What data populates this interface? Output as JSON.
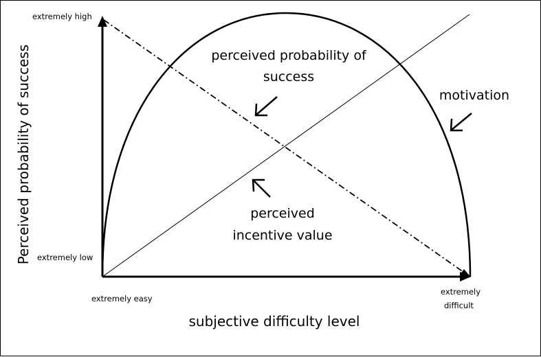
{
  "y_axis": {
    "title": "Perceived probability of success",
    "top_label": "extremely high",
    "bottom_label": "extremely low"
  },
  "x_axis": {
    "title": "subjective difficulty level",
    "left_label": "extremely easy",
    "right_label_line1": "extremely",
    "right_label_line2": "difficult"
  },
  "curves": {
    "probability_label_line1": "perceived probability of",
    "probability_label_line2": "success",
    "incentive_label_line1": "perceived",
    "incentive_label_line2": "incentive value",
    "motivation_label": "motivation"
  },
  "colors": {
    "line": "#000000",
    "background": "#ffffff"
  }
}
